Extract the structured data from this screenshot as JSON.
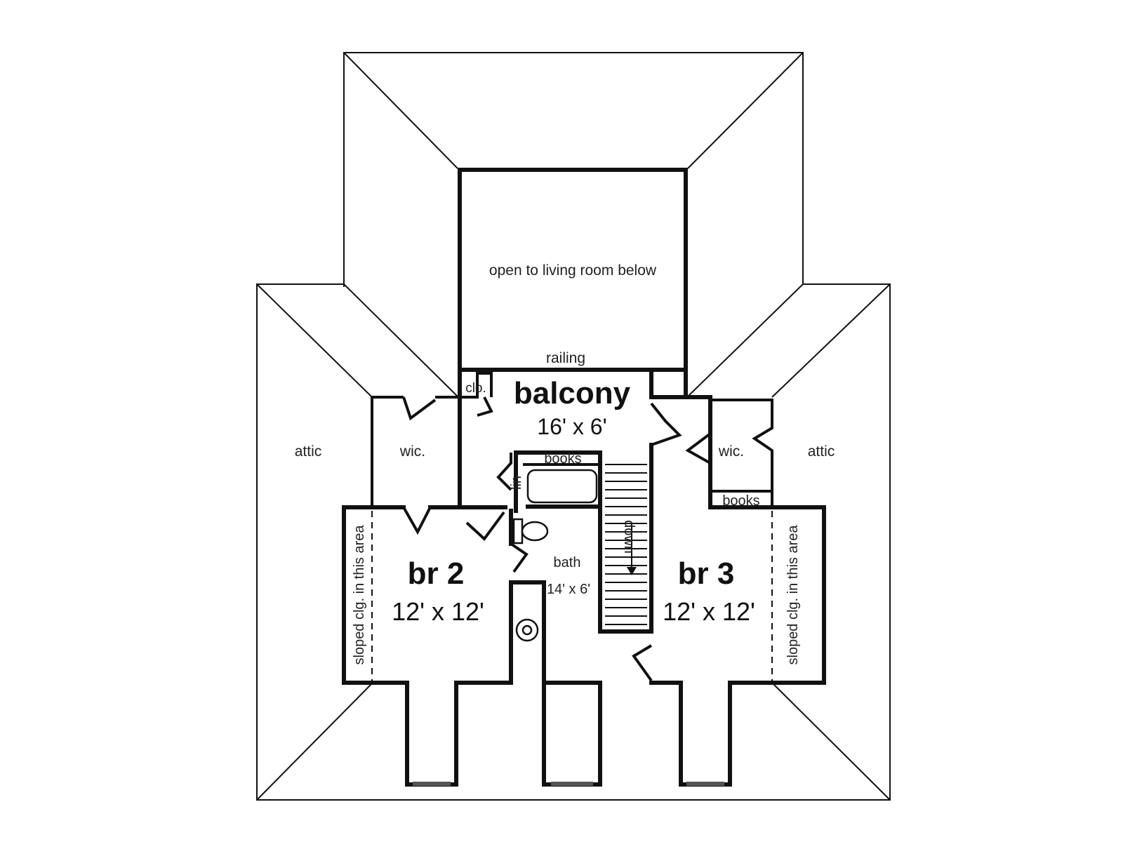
{
  "plan": {
    "open_area": "open to living room below",
    "railing": "railing",
    "balcony": {
      "name": "balcony",
      "dims": "16' x 6'"
    },
    "closet": "clo.",
    "wic_left": "wic.",
    "wic_right": "wic.",
    "attic_left": "attic",
    "attic_right": "attic",
    "books_top": "books",
    "books_right": "books",
    "linen": "lin",
    "stairs": "down",
    "bath": {
      "name": "bath",
      "dims": "14' x 6'"
    },
    "br2": {
      "name": "br 2",
      "dims": "12' x 12'"
    },
    "br3": {
      "name": "br 3",
      "dims": "12' x 12'"
    },
    "sloped_left": "sloped clg. in this area",
    "sloped_right": "sloped clg. in this area"
  }
}
